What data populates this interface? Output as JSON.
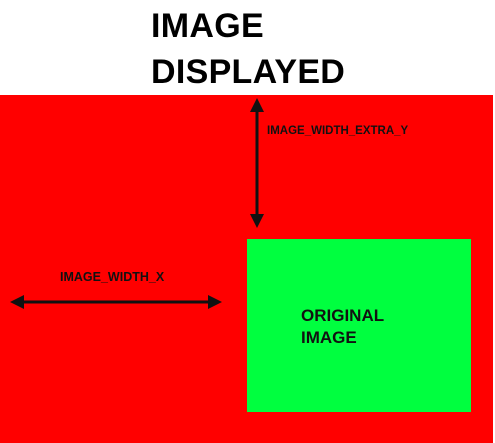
{
  "title_lines": [
    "IMAGE",
    "DISPLAYED"
  ],
  "original_label_lines": [
    "ORIGINAL",
    "IMAGE"
  ],
  "labels": {
    "width_extra_y": "IMAGE_WIDTH_EXTRA_Y",
    "width_x": "IMAGE_WIDTH_X"
  },
  "colors": {
    "displayed_area": "#ff0000",
    "original_image": "#00ff3f",
    "arrows": "#111111",
    "text": "#000000"
  }
}
